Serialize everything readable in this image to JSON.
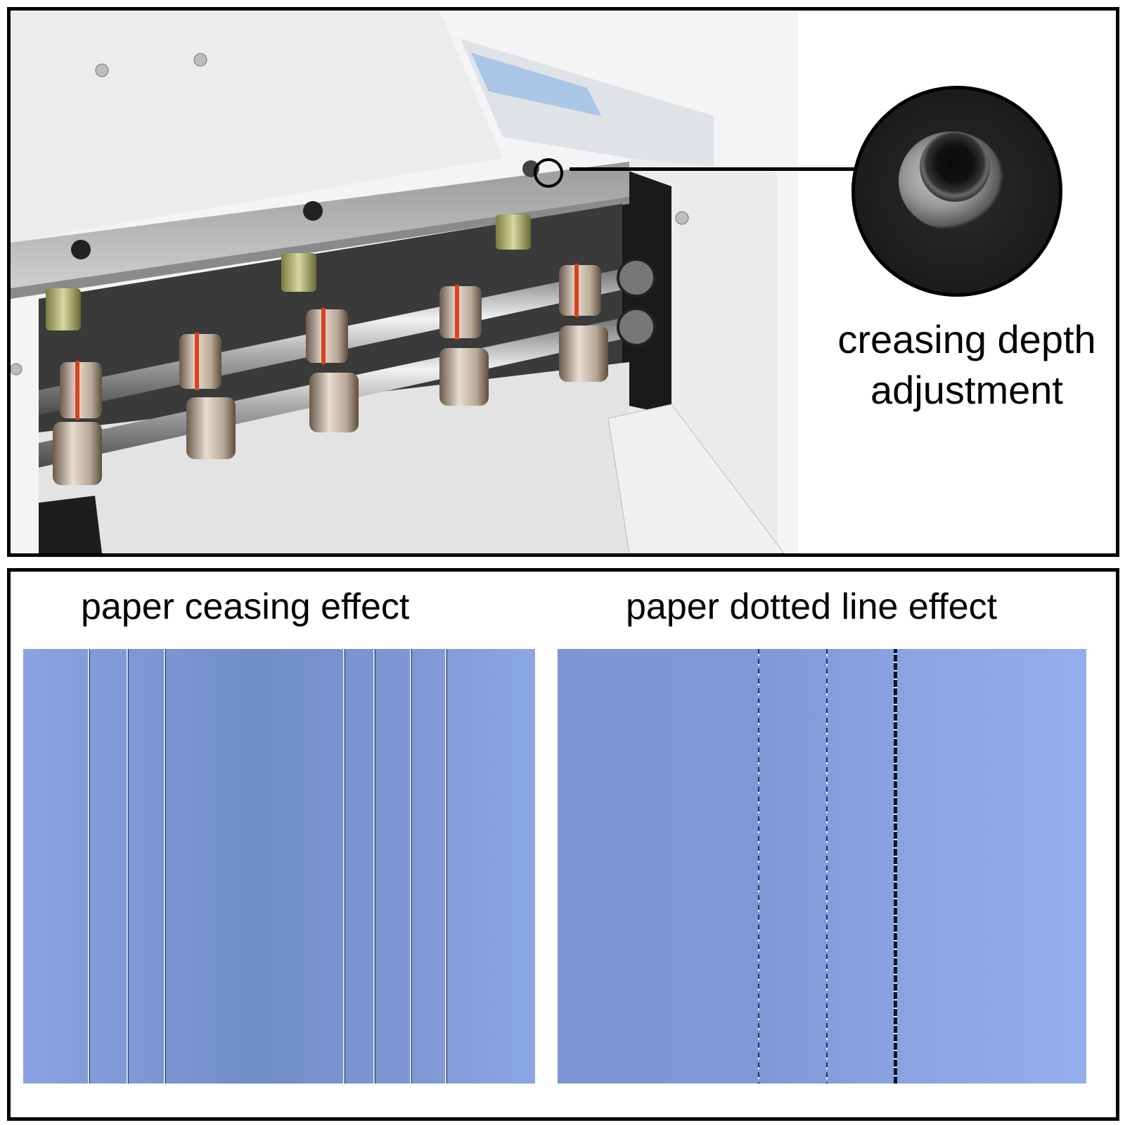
{
  "top_section": {
    "photo": {
      "subject": "creasing machine roller assembly",
      "colors": {
        "body": "#e9e9e9",
        "dark_frame": "#1a1a1a",
        "o_ring": "#d9431e",
        "roller": "#b8a898",
        "control_panel": "#a9c6e6"
      }
    },
    "callout": {
      "caption_line1": "creasing depth",
      "caption_line2": "adjustment"
    }
  },
  "bottom_section": {
    "left": {
      "title": "paper ceasing effect",
      "paper_color": "#7d97d3",
      "crease_line_count": 8
    },
    "right": {
      "title": "paper dotted line effect",
      "paper_color": "#859fdc",
      "perforation_line_count": 3
    }
  },
  "colors": {
    "frame_border": "#000000",
    "background": "#ffffff",
    "text": "#000000"
  }
}
